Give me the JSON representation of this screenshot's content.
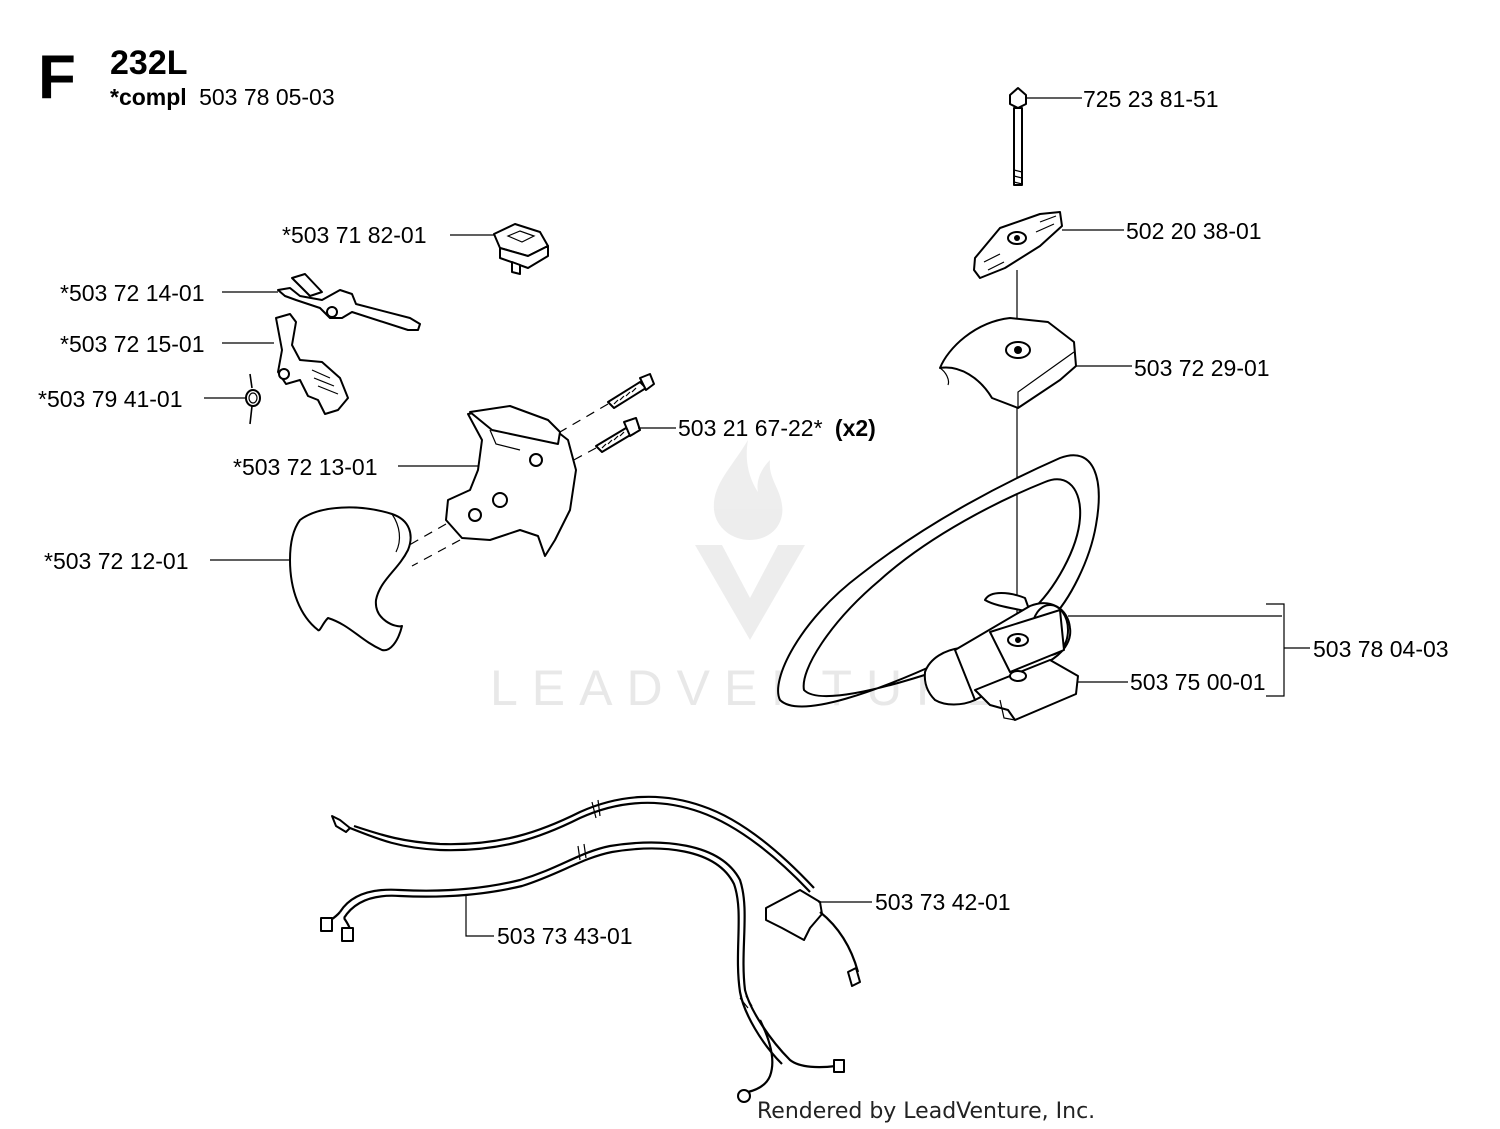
{
  "header": {
    "section_letter": "F",
    "model": "232L",
    "compl_prefix": "*compl",
    "compl_number": "503 78 05-03"
  },
  "parts": {
    "p1": "725 23 81-51",
    "p2": "502 20 38-01",
    "p3": "503 72 29-01",
    "p4": "*503 71 82-01",
    "p5": "*503 72 14-01",
    "p6": "*503 72 15-01",
    "p7": "*503 79 41-01",
    "p8": "503 21 67-22*",
    "p8_qty": "(x2)",
    "p9": "*503 72 13-01",
    "p10": "*503 72 12-01",
    "p11": "503 78 04-03",
    "p12": "503 75 00-01",
    "p13": "503 73 42-01",
    "p14": "503 73 43-01"
  },
  "watermark": "LEADVENTURE",
  "footer": "Rendered by LeadVenture, Inc."
}
